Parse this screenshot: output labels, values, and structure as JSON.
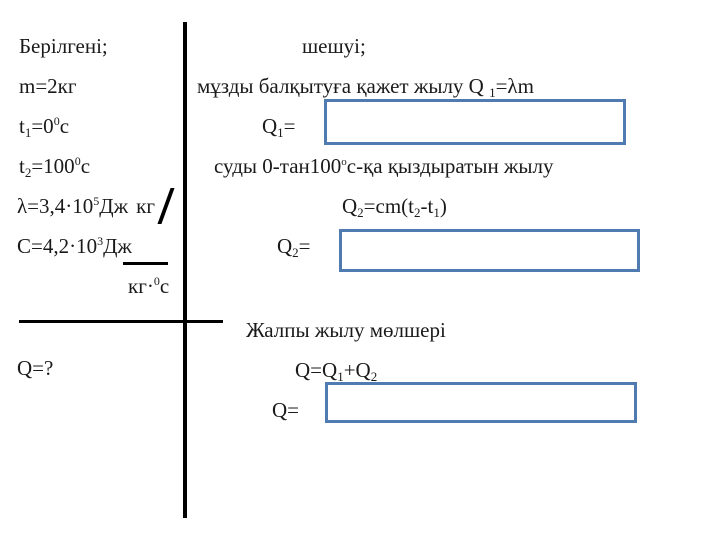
{
  "given": {
    "heading": "Берілгені;",
    "mass": "m=2кг",
    "t1": {
      "symbol": "t",
      "sub": "1",
      "value": "=0",
      "sup": "0",
      "unit": "с"
    },
    "t2": {
      "symbol": "t",
      "sub": "2",
      "value": "=100",
      "sup": "0",
      "unit": "с"
    },
    "lambda": {
      "prefix": "λ=3,4·10",
      "sup": "5",
      "unit": "Дж",
      "unit_denominator": "кг"
    },
    "c": {
      "prefix": "С=4,2·10",
      "sup": "3",
      "numerator": "Дж",
      "denominator_a": "кг·",
      "denominator_sup": "0",
      "denominator_b": "с"
    },
    "unknown": "Q=?"
  },
  "solution": {
    "heading": "шешуі;",
    "step1_text": "мұзды балқытуға қажет жылу",
    "step1_formula": {
      "q": "Q",
      "sub": "1",
      "rest": "=λm"
    },
    "q1_label": {
      "q": "Q",
      "sub": "1",
      "eq": "="
    },
    "step2_text": {
      "a": "суды 0-тан100",
      "deg": "o",
      "b": "с-қа қыздыратын жылу"
    },
    "step2_formula": {
      "q": "Q",
      "sub": "2",
      "mid": "=cm(t",
      "sub_a": "2",
      "dash": "-t",
      "sub_b": "1",
      "end": ")"
    },
    "q2_label": {
      "q": "Q",
      "sub": "2",
      "eq": "="
    },
    "total_heading": "Жалпы жылу мөлшері",
    "total_formula": {
      "a": "Q=Q",
      "sub1": "1",
      "plus": "+Q",
      "sub2": "2"
    },
    "total_label": "Q=",
    "answer_boxes": [
      {
        "id": "q1-answer",
        "value": ""
      },
      {
        "id": "q2-answer",
        "value": ""
      },
      {
        "id": "q-total-answer",
        "value": ""
      }
    ]
  },
  "colors": {
    "box_border": "#4f7bb0",
    "lines": "#000000"
  }
}
